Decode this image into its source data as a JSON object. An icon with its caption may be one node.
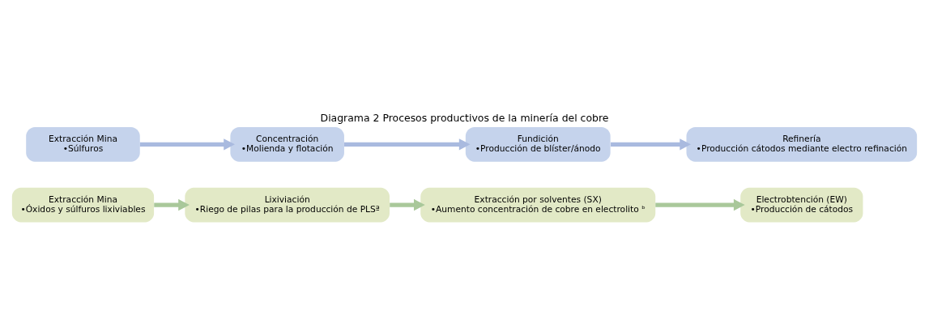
{
  "diagram": {
    "title": "Diagrama 2 Procesos productivos de la minería del cobre",
    "nodes": [
      {
        "text": [
          "Extracción Mina",
          "•Súlfuros"
        ]
      },
      {
        "text": [
          "Concentración",
          "•Molienda y flotación"
        ]
      },
      {
        "text": [
          "Fundición",
          "•Producción de blíster/ánodo"
        ]
      },
      {
        "text": [
          "Refinería",
          "•Producción cátodos mediante electro refinación"
        ]
      },
      {
        "text": [
          "Extracción Mina",
          "•Óxidos y súlfuros lixiviables"
        ]
      },
      {
        "text": [
          "Lixiviación",
          "•Riego de pilas para la producción de PLSª"
        ]
      },
      {
        "text": [
          "Extracción por solventes (SX)",
          "•Aumento concentración de cobre en electrolito ᵇ"
        ]
      },
      {
        "text": [
          "Electrobtención (EW)",
          "•Producción de cátodos"
        ]
      }
    ],
    "edges": [
      {
        "from": 0,
        "to": 1,
        "arrow": "to",
        "color": "#a9badf"
      },
      {
        "from": 1,
        "to": 2,
        "arrow": "to",
        "color": "#a9badf"
      },
      {
        "from": 2,
        "to": 3,
        "arrow": "to",
        "color": "#a9badf"
      },
      {
        "from": 4,
        "to": 5,
        "arrow": "to",
        "color": "#a9c89a"
      },
      {
        "from": 5,
        "to": 6,
        "arrow": "to",
        "color": "#a9c89a"
      },
      {
        "from": 6,
        "to": 7,
        "arrow": "to",
        "color": "#a9c89a"
      }
    ]
  }
}
